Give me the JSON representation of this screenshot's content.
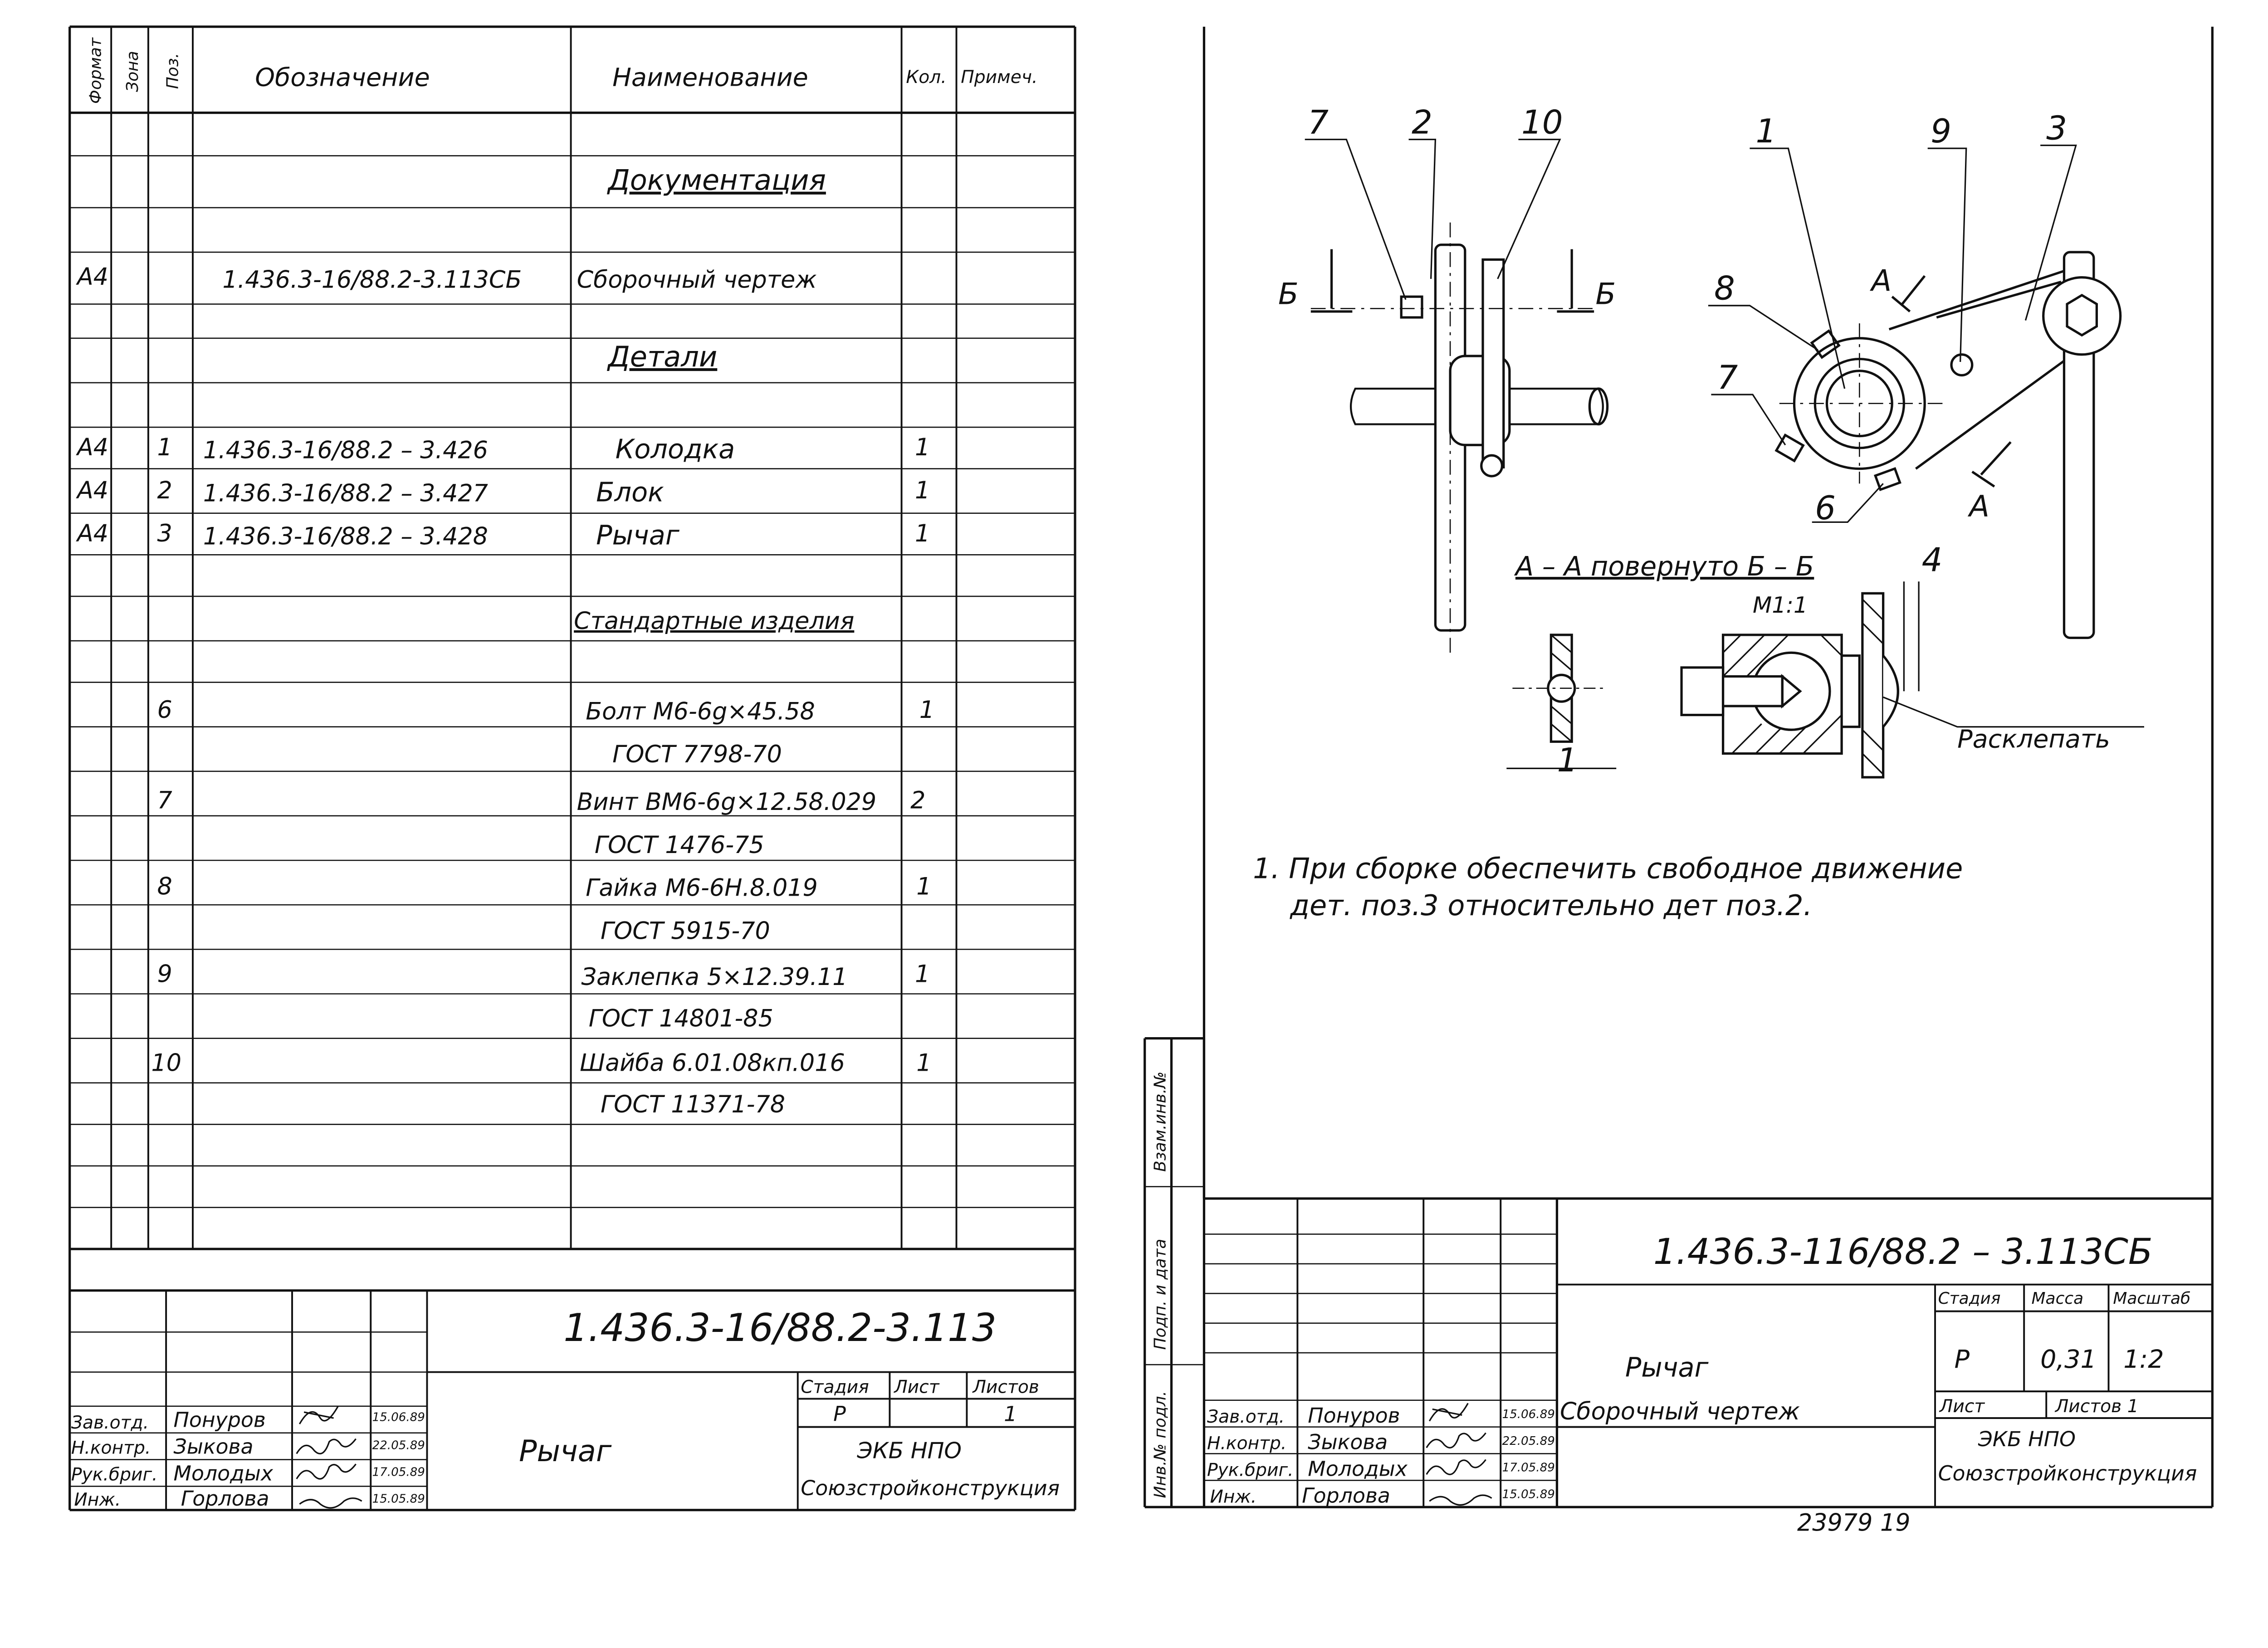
{
  "spec_sheet": {
    "headers": {
      "format": "Формат",
      "zone": "Зона",
      "pos": "Поз.",
      "designation": "Обозначение",
      "name": "Наименование",
      "qty": "Кол.",
      "note": "Примеч."
    },
    "section_documentation": "Документация",
    "doc_row": {
      "format": "А4",
      "designation": "1.436.3-16/88.2-3.113СБ",
      "name": "Сборочный чертеж"
    },
    "section_details": "Детали",
    "details": [
      {
        "format": "А4",
        "pos": "1",
        "designation": "1.436.3-16/88.2 – 3.426",
        "name": "Колодка",
        "qty": "1"
      },
      {
        "format": "А4",
        "pos": "2",
        "designation": "1.436.3-16/88.2 – 3.427",
        "name": "Блок",
        "qty": "1"
      },
      {
        "format": "А4",
        "pos": "3",
        "designation": "1.436.3-16/88.2 – 3.428",
        "name": "Рычаг",
        "qty": "1"
      }
    ],
    "section_standard": "Стандартные изделия",
    "standard": [
      {
        "pos": "6",
        "name": "Болт М6-6g×45.58",
        "std": "ГОСТ 7798-70",
        "qty": "1"
      },
      {
        "pos": "7",
        "name": "Винт ВМ6-6g×12.58.029",
        "std": "ГОСТ 1476-75",
        "qty": "2"
      },
      {
        "pos": "8",
        "name": "Гайка М6-6Н.8.019",
        "std": "ГОСТ 5915-70",
        "qty": "1"
      },
      {
        "pos": "9",
        "name": "Заклепка 5×12.39.11",
        "std": "ГОСТ 14801-85",
        "qty": "1"
      },
      {
        "pos": "10",
        "name": "Шайба 6.01.08кп.016",
        "std": "ГОСТ 11371-78",
        "qty": "1"
      }
    ],
    "title_block": {
      "code": "1.436.3-16/88.2-3.113",
      "name": "Рычаг",
      "stage_label": "Стадия",
      "sheet_label": "Лист",
      "sheets_label": "Листов",
      "stage": "Р",
      "sheets": "1",
      "org1": "ЭКБ НПО",
      "org2": "Союзстройконструкция",
      "signers": [
        {
          "role": "Зав.отд.",
          "name": "Понуров",
          "date": "15.06.89"
        },
        {
          "role": "Н.контр.",
          "name": "Зыкова",
          "date": "22.05.89"
        },
        {
          "role": "Рук.бриг.",
          "name": "Молодых",
          "date": "17.05.89"
        },
        {
          "role": "Инж.",
          "name": "Горлова",
          "date": "15.05.89"
        }
      ]
    }
  },
  "drawing_sheet": {
    "callouts": [
      "7",
      "2",
      "10",
      "1",
      "9",
      "3",
      "8",
      "7",
      "6",
      "4",
      "1"
    ],
    "section_marks": {
      "b": "Б",
      "a": "А"
    },
    "section_title": "А – А повернуто Б – Б",
    "section_scale": "М1:1",
    "rivet_note": "Расклепать",
    "note_line1": "1. При сборке обеспечить свободное движение",
    "note_line2": "дет. поз.3 относительно дет поз.2.",
    "side_labels": {
      "vzam": "Взам.инв.№",
      "podp": "Подп. и дата",
      "inv": "Инв.№ подл."
    },
    "title_block": {
      "code": "1.436.3-116/88.2 – 3.113СБ",
      "name1": "Рычаг",
      "name2": "Сборочный чертеж",
      "stage_label": "Стадия",
      "mass_label": "Масса",
      "scale_label": "Масштаб",
      "stage": "Р",
      "mass": "0,31",
      "scale": "1:2",
      "sheet_label": "Лист",
      "sheets_label": "Листов 1",
      "org1": "ЭКБ НПО",
      "org2": "Союзстройконструкция",
      "signers": [
        {
          "role": "Зав.отд.",
          "name": "Понуров",
          "date": "15.06.89"
        },
        {
          "role": "Н.контр.",
          "name": "Зыкова",
          "date": "22.05.89"
        },
        {
          "role": "Рук.бриг.",
          "name": "Молодых",
          "date": "17.05.89"
        },
        {
          "role": "Инж.",
          "name": "Горлова",
          "date": "15.05.89"
        }
      ]
    },
    "archive_number": "23979 19"
  }
}
